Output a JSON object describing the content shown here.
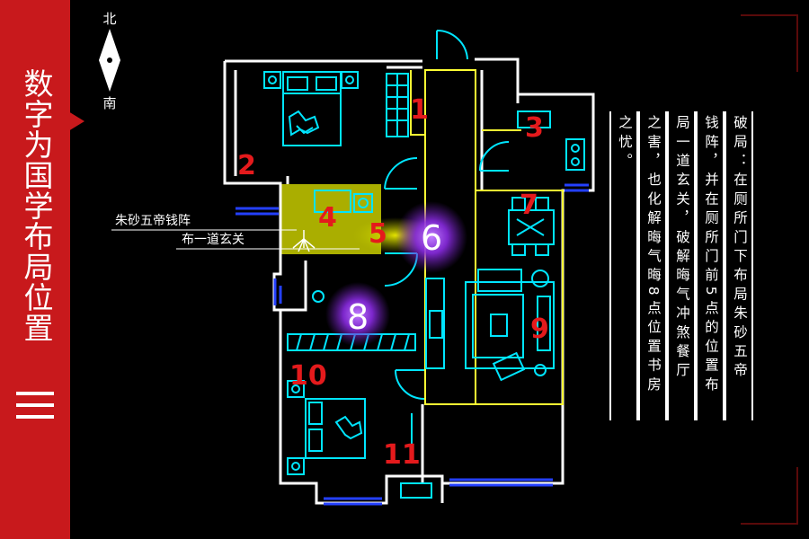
{
  "side": {
    "title": "数字为国学布局位置",
    "numeral": "三"
  },
  "compass": {
    "north": "北",
    "south": "南"
  },
  "rooms": [
    {
      "id": "room-1",
      "label": "1"
    },
    {
      "id": "room-2",
      "label": "2"
    },
    {
      "id": "room-3",
      "label": "3"
    },
    {
      "id": "room-4",
      "label": "4"
    },
    {
      "id": "room-5",
      "label": "5"
    },
    {
      "id": "room-7",
      "label": "7"
    },
    {
      "id": "room-9",
      "label": "9"
    },
    {
      "id": "room-10",
      "label": "10"
    },
    {
      "id": "room-11",
      "label": "11"
    }
  ],
  "spots": [
    {
      "id": "spot-6",
      "label": "6"
    },
    {
      "id": "spot-8",
      "label": "8"
    }
  ],
  "annotations": {
    "cinnabar": "朱砂五帝钱阵",
    "entrance": "布一道玄关"
  },
  "description_columns": [
    "破局：在厕所门下布局朱砂五帝",
    "钱阵，并在厕所门前5点的位置布",
    "局一道玄关，破解晦气冲煞餐厅",
    "之害，也化解晦气晦8点位置书房",
    "之忧。"
  ],
  "colors": {
    "panel_red": "#c8191c",
    "wall": "#ffffff",
    "fixture": "#00e5ff",
    "room_outline": "#ffff33",
    "number_red": "#e41a1c",
    "glow_yellow": "#d8e000",
    "glow_purple": "#8a2be2",
    "window_blue": "#2440ff"
  }
}
